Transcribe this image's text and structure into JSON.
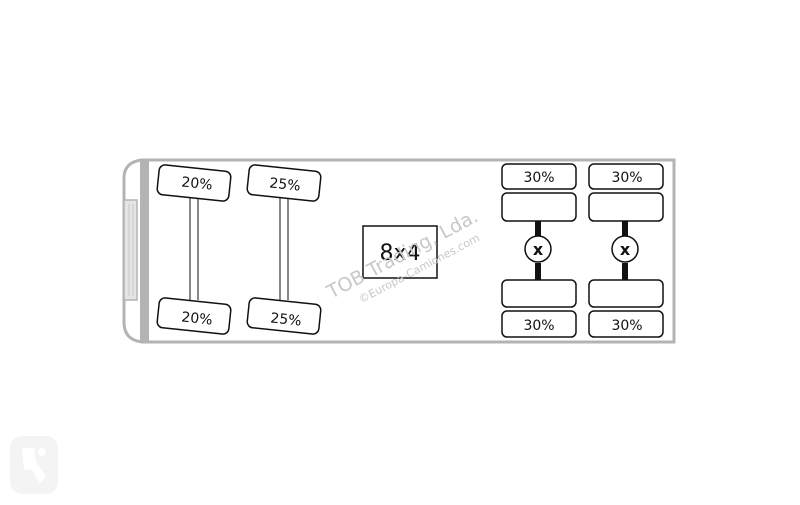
{
  "diagram": {
    "axle_configuration": "8x4",
    "differential_symbol": "x",
    "front_axles": [
      {
        "top_label": "20%",
        "bottom_label": "20%"
      },
      {
        "top_label": "25%",
        "bottom_label": "25%"
      }
    ],
    "rear_axles": [
      {
        "top_label": "30%",
        "bottom_label": "30%"
      },
      {
        "top_label": "30%",
        "bottom_label": "30%"
      }
    ]
  },
  "watermark": {
    "line1": "TOB Trading, Lda.",
    "line2": "©Europa-Camiones.com"
  },
  "colors": {
    "outline": "#b3b3b3",
    "line": "#111111",
    "watermark": "#c8c8c8"
  }
}
